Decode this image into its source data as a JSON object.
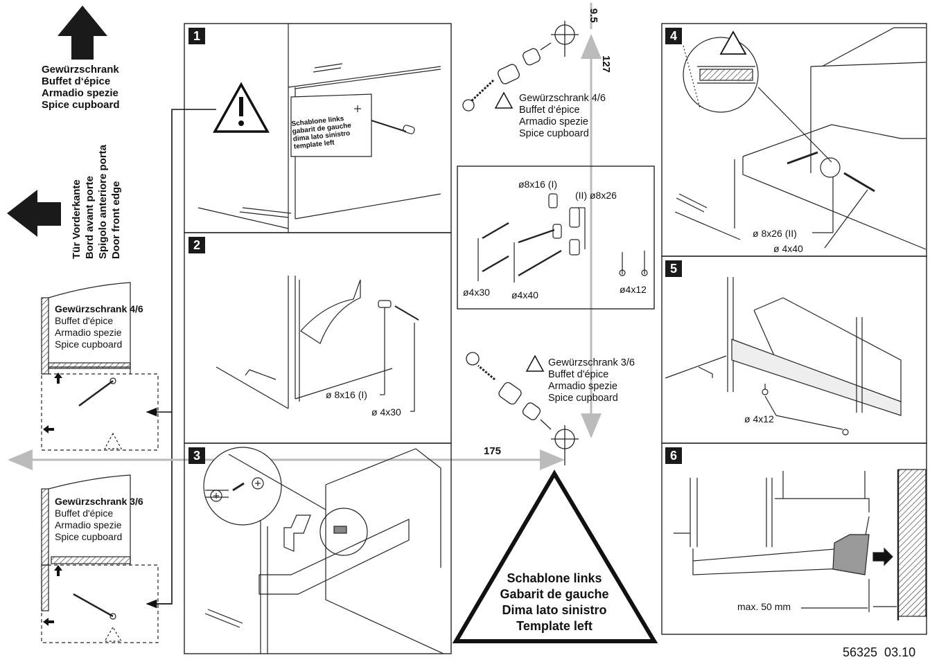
{
  "top_arrow_label": [
    "Gewürzschrank",
    "Buffet d‘épice",
    "Armadio spezie",
    "Spice cupboard"
  ],
  "door_edge_label": [
    "Tür Vorderkante",
    "Bord avant porte",
    "Spigolo anteriore porta",
    "Door front edge"
  ],
  "left_box_4_6": [
    "Gewürzschrank 4/6",
    "Buffet d'épice",
    "Armadio spezie",
    "Spice cupboard"
  ],
  "left_box_3_6": [
    "Gewürzschrank 3/6",
    "Buffet d'épice",
    "Armadio spezie",
    "Spice cupboard"
  ],
  "steps": [
    "1",
    "2",
    "3",
    "4",
    "5",
    "6"
  ],
  "step1_template": [
    "Schablone links",
    "gabarit de gauche",
    "dima lato sinistro",
    "template left"
  ],
  "step2_labels": {
    "dowel": "ø 8x16 (I)",
    "screw": "ø 4x30"
  },
  "step4_labels": {
    "dowel": "ø 8x26 (II)",
    "screw": "ø 4x40"
  },
  "step5_labels": {
    "screw": "ø 4x12"
  },
  "step6_labels": {
    "max": "max. 50 mm"
  },
  "dims": {
    "d1": "9.5",
    "d2": "127",
    "d3": "175"
  },
  "center_top_label": [
    "Gewürzschrank 4/6",
    "Buffet d‘épice",
    "Armadio spezie",
    "Spice cupboard"
  ],
  "center_bottom_label": [
    "Gewürzschrank 3/6",
    "Buffet d'épice",
    "Armadio spezie",
    "Spice cupboard"
  ],
  "parts_box": {
    "p1": "ø8x16 (I)",
    "p2": "(II) ø8x26",
    "p3": "ø4x30",
    "p4": "ø4x40",
    "p5": "ø4x12"
  },
  "big_triangle_text": [
    "Schablone links",
    "Gabarit de gauche",
    "Dima lato sinistro",
    "Template left"
  ],
  "doc_code": "56325  03.10"
}
